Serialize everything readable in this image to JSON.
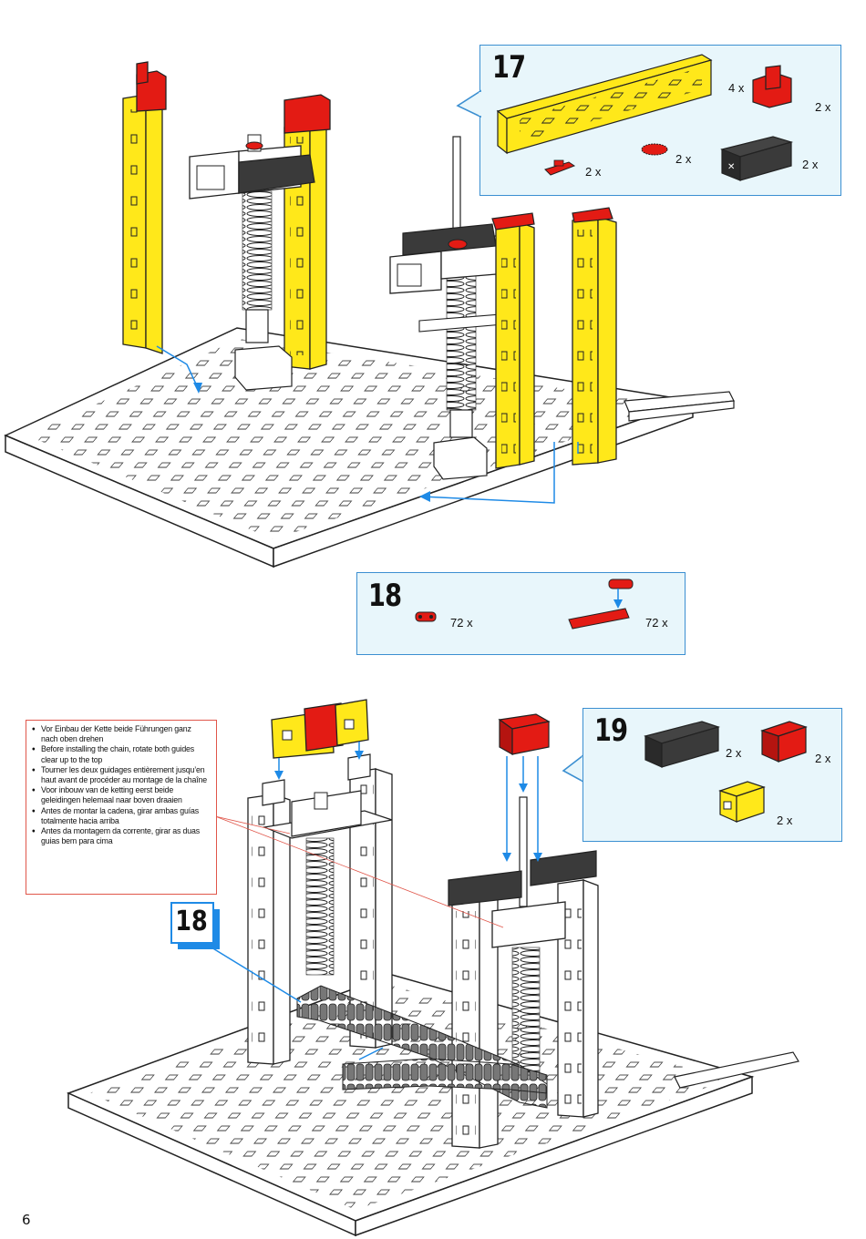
{
  "page": {
    "number": "6"
  },
  "step17": {
    "number": "17",
    "parts": [
      {
        "icon": "yellow-long-rail",
        "qty": "4 x"
      },
      {
        "icon": "red-angle-block",
        "qty": "2 x"
      },
      {
        "icon": "red-connector-piece",
        "qty": "2 x"
      },
      {
        "icon": "red-gear-small",
        "qty": "2 x"
      },
      {
        "icon": "black-building-block",
        "qty": "2 x"
      }
    ]
  },
  "step18": {
    "number": "18",
    "parts": [
      {
        "icon": "red-chain-link",
        "qty": "72 x"
      },
      {
        "icon": "red-chain-assembly",
        "qty": "72 x"
      }
    ]
  },
  "step19": {
    "number": "19",
    "parts": [
      {
        "icon": "black-building-block",
        "qty": "2 x"
      },
      {
        "icon": "red-building-block",
        "qty": "2 x"
      },
      {
        "icon": "yellow-angle-block",
        "qty": "2 x"
      }
    ]
  },
  "badge18": {
    "number": "18"
  },
  "note": {
    "lines": [
      {
        "text": "Vor Einbau der Kette beide Führungen ganz",
        "bullet": true
      },
      {
        "text": "nach oben drehen",
        "bullet": false
      },
      {
        "text": "Before installing the chain, rotate both guides",
        "bullet": true
      },
      {
        "text": "clear up to the top",
        "bullet": false
      },
      {
        "text": "Tourner les deux guidages entièrement jusqu’en",
        "bullet": true
      },
      {
        "text": "haut avant de procéder au montage de la chaîne",
        "bullet": false
      },
      {
        "text": "Voor inbouw van de ketting eerst beide",
        "bullet": true
      },
      {
        "text": "geleidingen helemaal naar boven draaien",
        "bullet": false
      },
      {
        "text": "Antes de montar la cadena, girar ambas guías",
        "bullet": true
      },
      {
        "text": "totalmente hacia arriba",
        "bullet": false
      },
      {
        "text": "Antes da montagem da corrente, girar as duas",
        "bullet": true
      },
      {
        "text": "guias bem para cima",
        "bullet": false
      }
    ]
  },
  "colors": {
    "callout_border": "#3b8fd1",
    "callout_fill": "#e8f6fb",
    "yellow": "#ffe81a",
    "red": "#e31b14",
    "black": "#333333",
    "blue": "#1e8ae6",
    "note_border": "#e0564a"
  }
}
